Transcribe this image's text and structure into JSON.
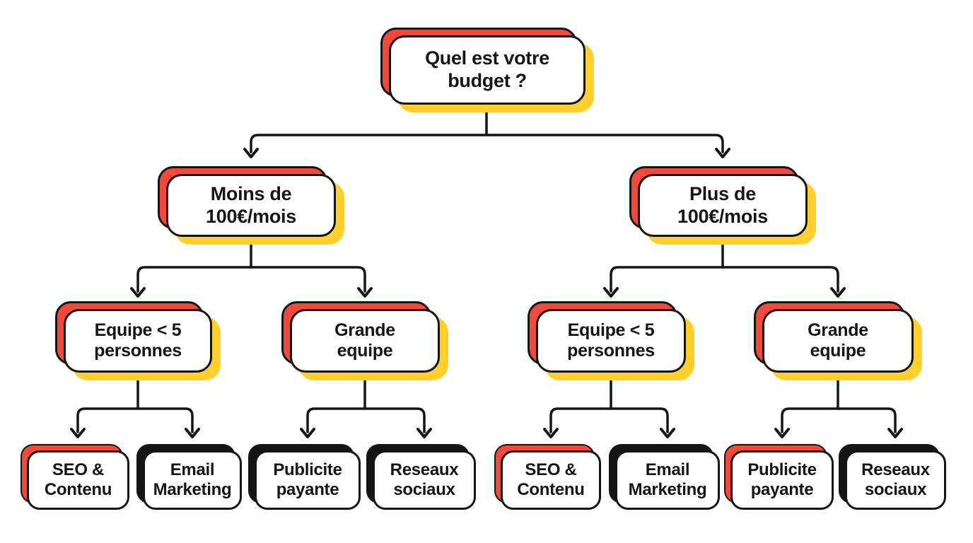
{
  "colors": {
    "red": "#f2493c",
    "yellow": "#ffcf30",
    "ink": "#151515",
    "node_bg": "#ffffff",
    "background": "#ffffff"
  },
  "tree": {
    "root": {
      "label": "Quel est votre\nbudget ?"
    },
    "branches": [
      {
        "label": "Moins de\n100€/mois"
      },
      {
        "label": "Plus de\n100€/mois"
      }
    ],
    "teams": [
      {
        "label": "Equipe < 5\npersonnes"
      },
      {
        "label": "Grande\nequipe"
      },
      {
        "label": "Equipe < 5\npersonnes"
      },
      {
        "label": "Grande\nequipe"
      }
    ],
    "leaves": [
      {
        "label": "SEO &\nContenu",
        "accent": "red"
      },
      {
        "label": "Email\nMarketing",
        "accent": "black"
      },
      {
        "label": "Publicite\npayante",
        "accent": "black"
      },
      {
        "label": "Reseaux\nsociaux",
        "accent": "black"
      },
      {
        "label": "SEO &\nContenu",
        "accent": "red"
      },
      {
        "label": "Email\nMarketing",
        "accent": "black"
      },
      {
        "label": "Publicite\npayante",
        "accent": "red"
      },
      {
        "label": "Reseaux\nsociaux",
        "accent": "black"
      }
    ]
  }
}
